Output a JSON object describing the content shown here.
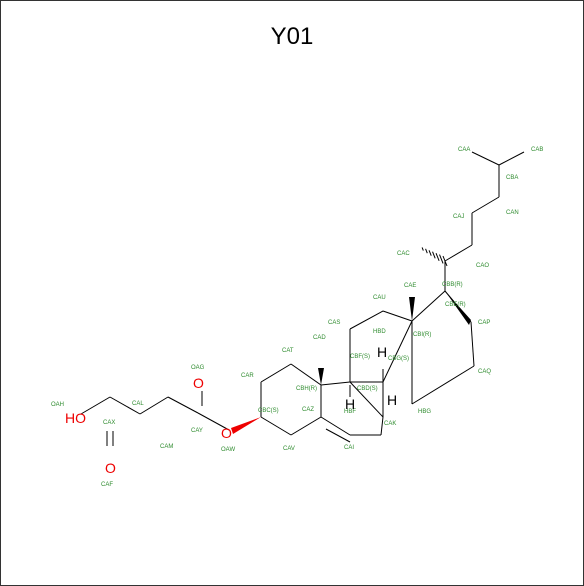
{
  "title": "Y01",
  "atom_labels": [
    "CAA",
    "CAB",
    "CBA",
    "CAN",
    "CAJ",
    "CAO",
    "CAC",
    "CBB(R)",
    "CAE",
    "CBE(R)",
    "CAP",
    "CBI(R)",
    "CAQ",
    "CAU",
    "CAS",
    "HBD",
    "CAD",
    "CAT",
    "CBF(S)",
    "CBG(S)",
    "CAR",
    "CBH(R)",
    "CBD(S)",
    "CBC(S)",
    "CAZ",
    "HBF",
    "HBG",
    "CAK",
    "CAI",
    "CAV",
    "OAG",
    "OAH",
    "CAL",
    "CAX",
    "CAY",
    "OAW",
    "CAM",
    "CAF"
  ],
  "heteroatoms": {
    "hydroxyl": "HO",
    "oxygen": "O"
  },
  "hydrogen": "H"
}
